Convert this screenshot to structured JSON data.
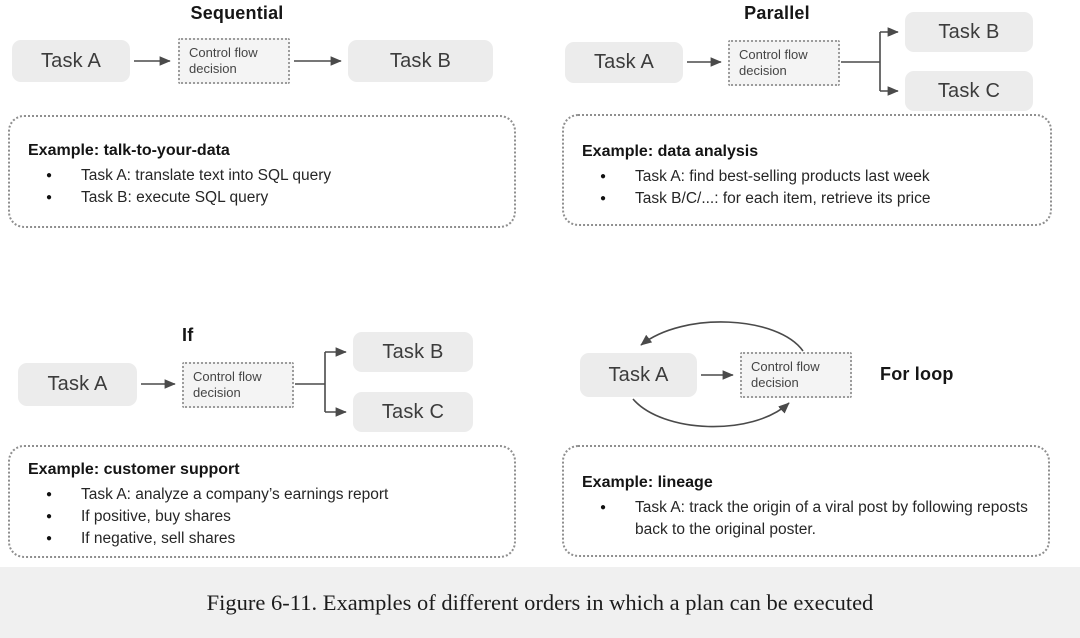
{
  "shared": {
    "decision_line1": "Control flow",
    "decision_line2": "decision"
  },
  "panels": [
    {
      "title": "Sequential",
      "nodes": {
        "a": "Task A",
        "b": "Task B"
      },
      "example": {
        "heading": "Example: talk-to-your-data",
        "bullets": [
          "Task A: translate text into SQL query",
          "Task B: execute SQL query"
        ]
      }
    },
    {
      "title": "Parallel",
      "nodes": {
        "a": "Task A",
        "b": "Task B",
        "c": "Task C"
      },
      "example": {
        "heading": "Example: data analysis",
        "bullets": [
          "Task A:  find best-selling products last week",
          "Task B/C/...: for each item, retrieve its price"
        ]
      }
    },
    {
      "title": "If",
      "nodes": {
        "a": "Task A",
        "b": "Task B",
        "c": "Task C"
      },
      "example": {
        "heading": "Example: customer support",
        "bullets": [
          "Task A: analyze a company’s earnings report",
          "If positive, buy shares",
          "If negative, sell shares"
        ]
      }
    },
    {
      "title": "For loop",
      "nodes": {
        "a": "Task A"
      },
      "example": {
        "heading": "Example: lineage",
        "bullets": [
          "Task A:  track the origin of a viral post by following reposts back to the original poster."
        ]
      }
    }
  ],
  "caption": {
    "text": "Figure 6-11. Examples of different orders in which a plan can be executed"
  },
  "colors": {
    "task_box_fill": "#ececec",
    "decision_box_fill": "#f4f4f4",
    "dotted_border": "#9c9c9c",
    "arrow": "#4a4a4a",
    "caption_strip_bg": "#f0f0f0"
  }
}
